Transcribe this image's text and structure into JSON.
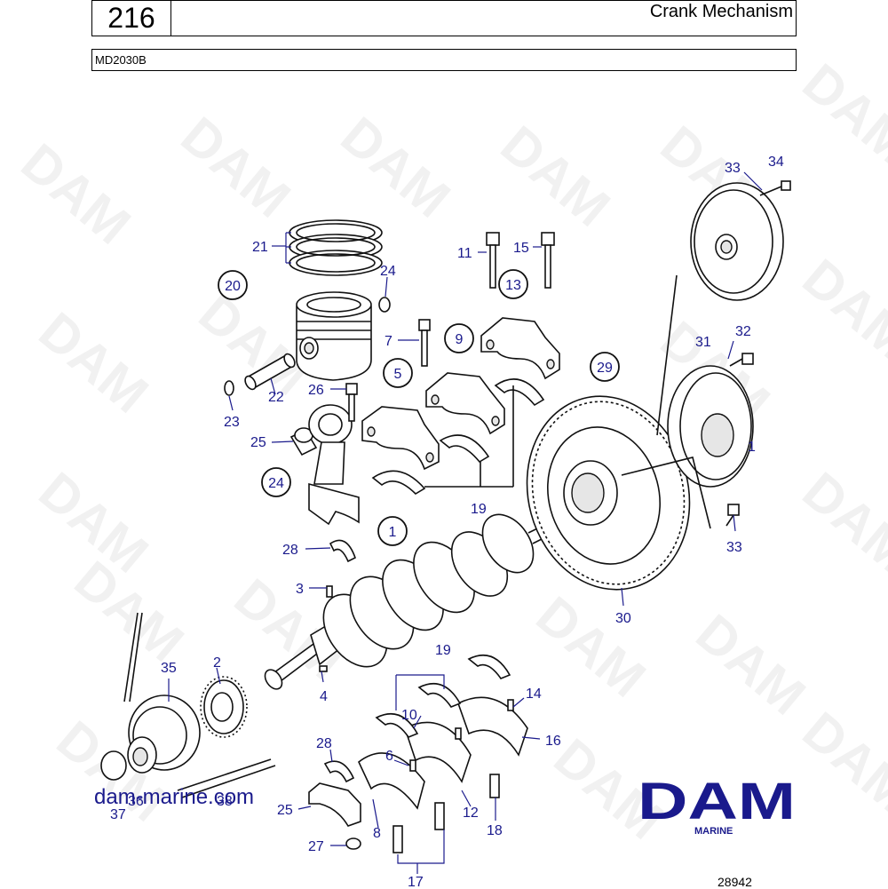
{
  "header": {
    "page_number": "216",
    "section_title": "Crank Mechanism",
    "model": "MD2030B"
  },
  "watermark": "DAM",
  "website": "dam-marine.com",
  "brand": {
    "logo_text": "DAM",
    "subtitle": "MARINE",
    "color": "#1a1a8c"
  },
  "figure_number": "28942",
  "callouts": [
    {
      "id": "c1",
      "text": "1"
    },
    {
      "id": "c5",
      "text": "5"
    },
    {
      "id": "c9",
      "text": "9"
    },
    {
      "id": "c13",
      "text": "13"
    },
    {
      "id": "c20",
      "text": "20"
    },
    {
      "id": "c24",
      "text": "24"
    },
    {
      "id": "c29",
      "text": "29"
    }
  ],
  "labels": [
    {
      "id": "l21",
      "text": "21"
    },
    {
      "id": "l24",
      "text": "24"
    },
    {
      "id": "l22",
      "text": "22"
    },
    {
      "id": "l23",
      "text": "23"
    },
    {
      "id": "l26",
      "text": "26"
    },
    {
      "id": "l25",
      "text": "25"
    },
    {
      "id": "l7",
      "text": "7"
    },
    {
      "id": "l11",
      "text": "11"
    },
    {
      "id": "l15",
      "text": "15"
    },
    {
      "id": "l19a",
      "text": "19"
    },
    {
      "id": "l28a",
      "text": "28"
    },
    {
      "id": "l3",
      "text": "3"
    },
    {
      "id": "l4",
      "text": "4"
    },
    {
      "id": "l33a",
      "text": "33"
    },
    {
      "id": "l34",
      "text": "34"
    },
    {
      "id": "l31",
      "text": "31"
    },
    {
      "id": "l32",
      "text": "32"
    },
    {
      "id": "l1r",
      "text": "1"
    },
    {
      "id": "l33b",
      "text": "33"
    },
    {
      "id": "l30",
      "text": "30"
    },
    {
      "id": "l35",
      "text": "35"
    },
    {
      "id": "l2",
      "text": "2"
    },
    {
      "id": "l36",
      "text": "36"
    },
    {
      "id": "l37",
      "text": "37"
    },
    {
      "id": "l38",
      "text": "38"
    },
    {
      "id": "l19b",
      "text": "19"
    },
    {
      "id": "l14",
      "text": "14"
    },
    {
      "id": "l10",
      "text": "10"
    },
    {
      "id": "l16",
      "text": "16"
    },
    {
      "id": "l28b",
      "text": "28"
    },
    {
      "id": "l6",
      "text": "6"
    },
    {
      "id": "l12",
      "text": "12"
    },
    {
      "id": "l25b",
      "text": "25"
    },
    {
      "id": "l8",
      "text": "8"
    },
    {
      "id": "l18",
      "text": "18"
    },
    {
      "id": "l27",
      "text": "27"
    },
    {
      "id": "l17",
      "text": "17"
    }
  ]
}
